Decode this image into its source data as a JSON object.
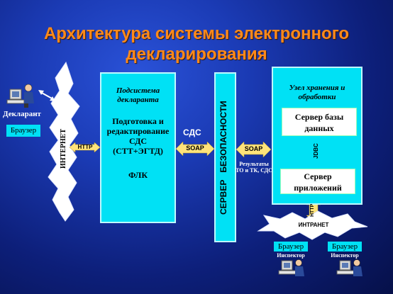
{
  "title": {
    "line1": "Архитектура системы электронного",
    "line2": "декларирования"
  },
  "declarant": {
    "label": "Декларант",
    "browser": "Браузер"
  },
  "internet": "ИНТЕРНЕТ",
  "http_left": "HTTP",
  "subsystem": {
    "title": "Подсистема декларанта",
    "line1": "Подготовка и",
    "line2": "редактирование",
    "line3": "СДС",
    "line4": "(СТТ+ЭГТД)",
    "flk": "ФЛК"
  },
  "sds_label": "СДС",
  "soap_left": "SOAP",
  "security_server": "СЕРВЕР   БЕЗОПАСНОСТИ",
  "soap_right": "SOAP",
  "results": "Результаты ТО и ТК, СДС",
  "storage": {
    "title": "Узел хранения и обработки",
    "db_server": "Сервер базы данных",
    "jdbc": "JDBC",
    "app_server": "Сервер приложений"
  },
  "http_right": "HTTP",
  "intranet": "ИНТРАНЕТ",
  "inspectors": [
    {
      "browser": "Браузер",
      "label": "Инспектор"
    },
    {
      "browser": "Браузер",
      "label": "Инспектор"
    }
  ],
  "colors": {
    "title": "#ff8a1a",
    "panel": "#00e1f5",
    "arrow": "#ffe37a",
    "burst": "#ffffff"
  }
}
